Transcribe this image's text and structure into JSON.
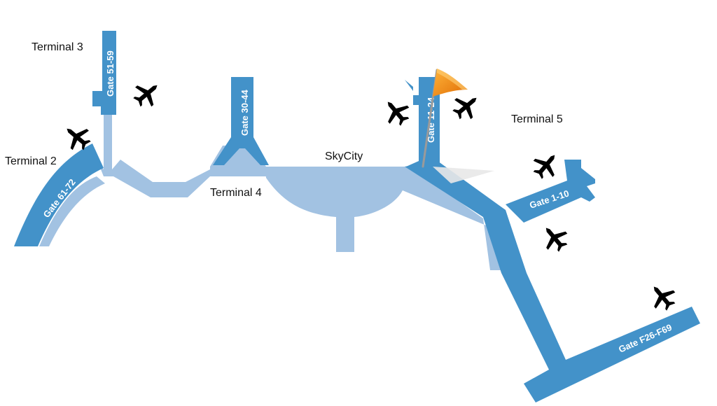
{
  "colors": {
    "pier_dark": "#4392c9",
    "pier_light": "#a2c2e2",
    "plane_gray": "#bdbdbd",
    "flag_orange": "#f08a0c",
    "text": "#111111"
  },
  "terminals": [
    {
      "id": "t3",
      "label": "Terminal 3"
    },
    {
      "id": "t2",
      "label": "Terminal 2"
    },
    {
      "id": "t4",
      "label": "Terminal 4"
    },
    {
      "id": "t5",
      "label": "Terminal 5"
    }
  ],
  "center": {
    "label": "SkyCity"
  },
  "gates": {
    "g5159": "Gate 51-59",
    "g3044": "Gate 30-44",
    "g6172": "Gate 61-72",
    "g1124": "Gate 11-24",
    "g110": "Gate 1-10",
    "gf": "Gate F26-F69"
  },
  "icons": {
    "plane": "airplane-icon",
    "flag": "flag-marker-icon"
  }
}
